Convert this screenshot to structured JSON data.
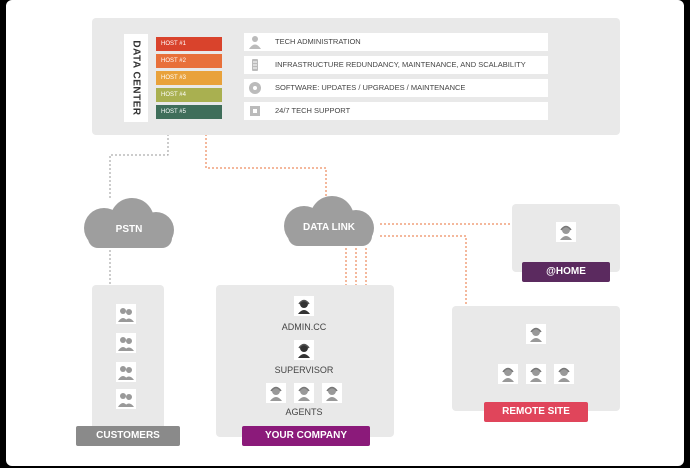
{
  "data_center": {
    "label": "DATA CENTER",
    "hosts": [
      {
        "label": "HOST #1",
        "color": "#d9432c"
      },
      {
        "label": "HOST #2",
        "color": "#e8703a"
      },
      {
        "label": "HOST #3",
        "color": "#e9a23b"
      },
      {
        "label": "HOST #4",
        "color": "#a9b050"
      },
      {
        "label": "HOST #5",
        "color": "#3f6e5a"
      }
    ],
    "services": [
      {
        "label": "TECH ADMINISTRATION",
        "icon": "admin-icon"
      },
      {
        "label": "INFRASTRUCTURE REDUNDANCY, MAINTENANCE, AND SCALABILITY",
        "icon": "server-icon"
      },
      {
        "label": "SOFTWARE: UPDATES / UPGRADES / MAINTENANCE",
        "icon": "disc-icon"
      },
      {
        "label": "24/7 TECH SUPPORT",
        "icon": "support-icon"
      }
    ]
  },
  "clouds": {
    "pstn": "PSTN",
    "data_link": "DATA LINK"
  },
  "groups": {
    "customers": {
      "label": "CUSTOMERS",
      "color": "#8a8a8a"
    },
    "your_company": {
      "label": "YOUR COMPANY",
      "color": "#8b1a7a"
    },
    "home": {
      "label": "@HOME",
      "color": "#5b2a5f"
    },
    "remote_site": {
      "label": "REMOTE SITE",
      "color": "#e0455b"
    }
  },
  "roles": {
    "admin": "ADMIN.CC",
    "supervisor": "SUPERVISOR",
    "agents": "AGENTS"
  },
  "colors": {
    "panel": "#e9e9e9",
    "cloud": "#9e9e9e",
    "connector_orange": "#e8703a",
    "connector_gray": "#9a9a9a"
  }
}
